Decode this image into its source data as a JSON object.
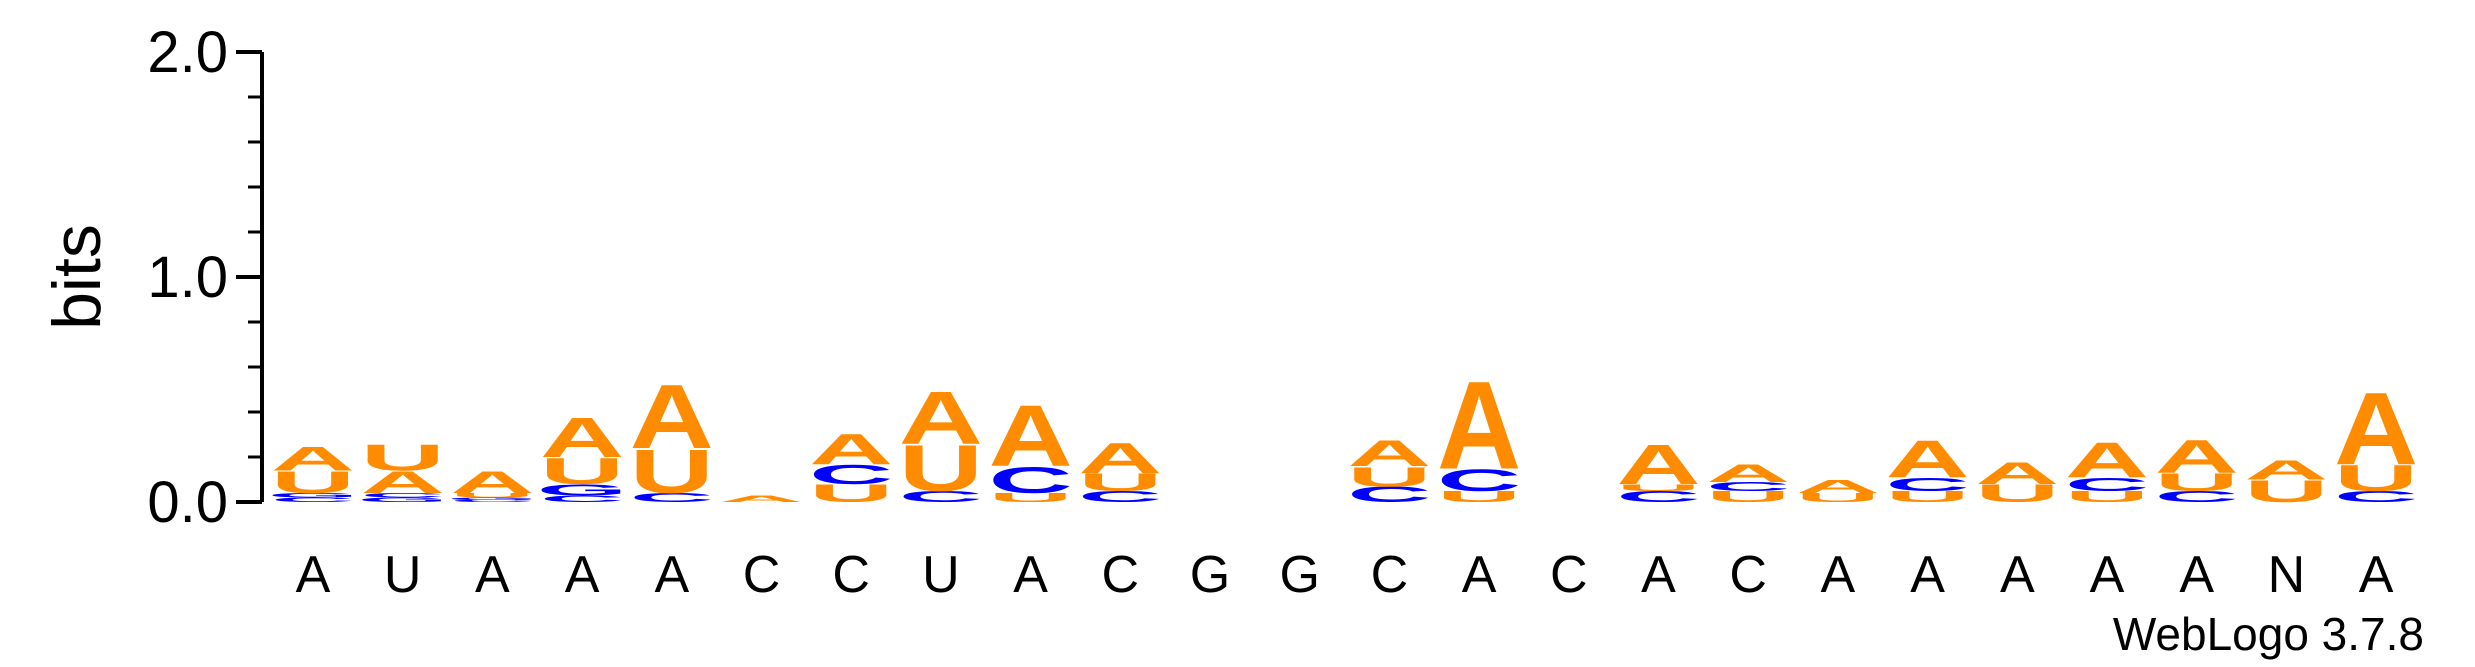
{
  "chart_data": {
    "type": "sequence-logo",
    "ylabel": "bits",
    "ylim": [
      0,
      2.0
    ],
    "yticks": [
      {
        "value": 0.0,
        "label": "0.0"
      },
      {
        "value": 1.0,
        "label": "1.0"
      },
      {
        "value": 2.0,
        "label": "2.0"
      }
    ],
    "positions": [
      "A",
      "U",
      "A",
      "A",
      "A",
      "C",
      "C",
      "U",
      "A",
      "C",
      "G",
      "G",
      "C",
      "A",
      "C",
      "A",
      "C",
      "A",
      "A",
      "A",
      "A",
      "A",
      "N",
      "A"
    ],
    "stacks": [
      [
        {
          "letter": "C",
          "bits": 0.02
        },
        {
          "letter": "G",
          "bits": 0.02
        },
        {
          "letter": "U",
          "bits": 0.1
        },
        {
          "letter": "A",
          "bits": 0.11
        }
      ],
      [
        {
          "letter": "G",
          "bits": 0.02
        },
        {
          "letter": "C",
          "bits": 0.02
        },
        {
          "letter": "A",
          "bits": 0.1
        },
        {
          "letter": "U",
          "bits": 0.12
        }
      ],
      [
        {
          "letter": "C",
          "bits": 0.01
        },
        {
          "letter": "G",
          "bits": 0.01
        },
        {
          "letter": "U",
          "bits": 0.02
        },
        {
          "letter": "A",
          "bits": 0.1
        }
      ],
      [
        {
          "letter": "C",
          "bits": 0.03
        },
        {
          "letter": "G",
          "bits": 0.05
        },
        {
          "letter": "U",
          "bits": 0.12
        },
        {
          "letter": "A",
          "bits": 0.18
        }
      ],
      [
        {
          "letter": "C",
          "bits": 0.04
        },
        {
          "letter": "U",
          "bits": 0.2
        },
        {
          "letter": "A",
          "bits": 0.29
        }
      ],
      [
        {
          "letter": "A",
          "bits": 0.03
        }
      ],
      [
        {
          "letter": "U",
          "bits": 0.08
        },
        {
          "letter": "C",
          "bits": 0.09
        },
        {
          "letter": "A",
          "bits": 0.14
        }
      ],
      [
        {
          "letter": "C",
          "bits": 0.05
        },
        {
          "letter": "U",
          "bits": 0.21
        },
        {
          "letter": "A",
          "bits": 0.24
        }
      ],
      [
        {
          "letter": "U",
          "bits": 0.04
        },
        {
          "letter": "C",
          "bits": 0.12
        },
        {
          "letter": "A",
          "bits": 0.28
        }
      ],
      [
        {
          "letter": "C",
          "bits": 0.05
        },
        {
          "letter": "U",
          "bits": 0.08
        },
        {
          "letter": "A",
          "bits": 0.14
        }
      ],
      [],
      [],
      [
        {
          "letter": "C",
          "bits": 0.07
        },
        {
          "letter": "U",
          "bits": 0.09
        },
        {
          "letter": "A",
          "bits": 0.12
        }
      ],
      [
        {
          "letter": "U",
          "bits": 0.05
        },
        {
          "letter": "C",
          "bits": 0.1
        },
        {
          "letter": "A",
          "bits": 0.4
        }
      ],
      [],
      [
        {
          "letter": "C",
          "bits": 0.05
        },
        {
          "letter": "U",
          "bits": 0.03
        },
        {
          "letter": "A",
          "bits": 0.18
        }
      ],
      [
        {
          "letter": "U",
          "bits": 0.05
        },
        {
          "letter": "C",
          "bits": 0.04
        },
        {
          "letter": "A",
          "bits": 0.08
        }
      ],
      [
        {
          "letter": "U",
          "bits": 0.04
        },
        {
          "letter": "A",
          "bits": 0.06
        }
      ],
      [
        {
          "letter": "U",
          "bits": 0.05
        },
        {
          "letter": "C",
          "bits": 0.06
        },
        {
          "letter": "A",
          "bits": 0.17
        }
      ],
      [
        {
          "letter": "U",
          "bits": 0.08
        },
        {
          "letter": "A",
          "bits": 0.1
        }
      ],
      [
        {
          "letter": "U",
          "bits": 0.05
        },
        {
          "letter": "C",
          "bits": 0.06
        },
        {
          "letter": "A",
          "bits": 0.16
        }
      ],
      [
        {
          "letter": "C",
          "bits": 0.05
        },
        {
          "letter": "U",
          "bits": 0.08
        },
        {
          "letter": "A",
          "bits": 0.15
        }
      ],
      [
        {
          "letter": "U",
          "bits": 0.1
        },
        {
          "letter": "A",
          "bits": 0.09
        }
      ],
      [
        {
          "letter": "C",
          "bits": 0.05
        },
        {
          "letter": "U",
          "bits": 0.12
        },
        {
          "letter": "A",
          "bits": 0.33
        }
      ]
    ],
    "colors": {
      "A": "#ff8c00",
      "U": "#ff8c00",
      "C": "#0000ff",
      "G": "#0000ff"
    },
    "footer": "WebLogo 3.7.8"
  }
}
